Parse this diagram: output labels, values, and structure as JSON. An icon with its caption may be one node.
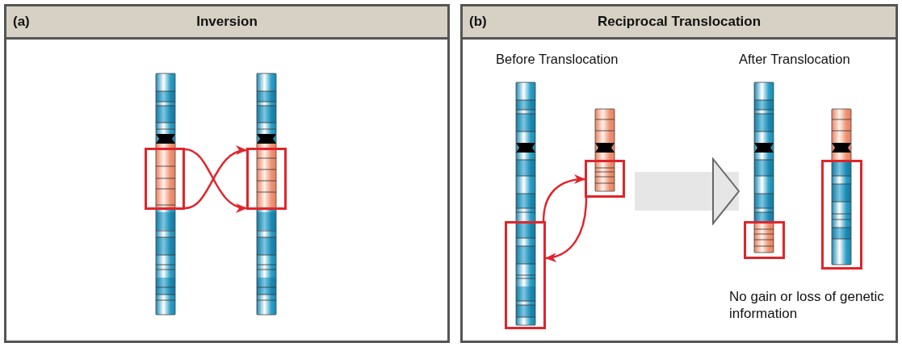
{
  "diagram": {
    "nodes": [
      {
        "text": [
          "(a)",
          "Inversion"
        ]
      },
      {
        "text": [],
        "shape": "box",
        "in": 0
      },
      {
        "text": [],
        "shape": "box",
        "in": 0
      },
      {
        "text": [
          "(b)",
          "Reciprocal Translocation"
        ]
      },
      {
        "text": [
          "Before Translocation"
        ],
        "in": 3
      },
      {
        "text": [],
        "shape": "box",
        "in": 4
      },
      {
        "text": [],
        "shape": "box",
        "in": 4
      },
      {
        "text": [
          "After Translocation"
        ],
        "in": 3
      },
      {
        "text": [],
        "shape": "box",
        "in": 7
      },
      {
        "text": [],
        "shape": "box",
        "in": 7
      }
    ],
    "edges": [
      {
        "from": 1,
        "to": 2,
        "arrow": "to"
      },
      {
        "from": 1,
        "to": 2,
        "arrow": "to"
      },
      {
        "from": 5,
        "to": 6,
        "arrow": "to"
      },
      {
        "from": 6,
        "to": 5,
        "arrow": "to"
      },
      {
        "from": 4,
        "to": 7,
        "arrow": "to",
        "style": "thick",
        "color": "#e6e6e6"
      }
    ],
    "labels": [
      "No gain or loss of genetic information"
    ]
  }
}
